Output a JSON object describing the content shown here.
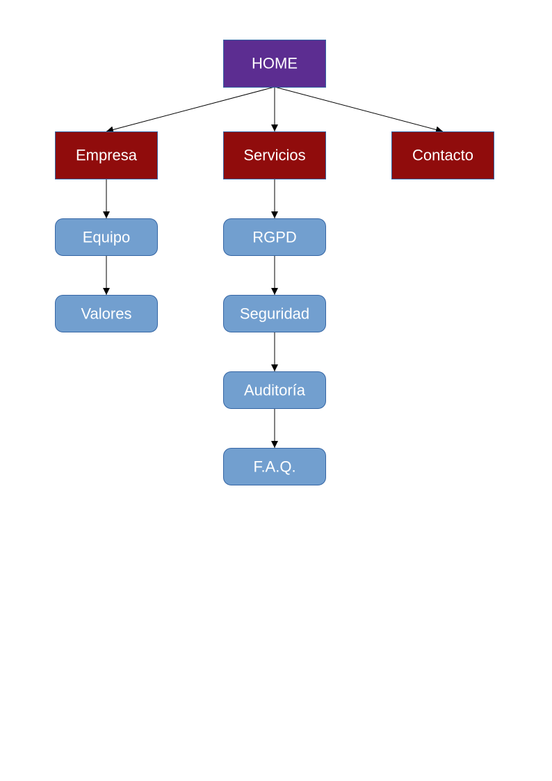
{
  "colors": {
    "root_fill": "#5c2d91",
    "section_fill": "#900c0c",
    "page_fill": "#729fcf",
    "node_stroke": "#3465a4",
    "text": "#ffffff",
    "edge": "#000000"
  },
  "nodes": {
    "home": {
      "label": "HOME",
      "kind": "root"
    },
    "empresa": {
      "label": "Empresa",
      "kind": "section"
    },
    "servicios": {
      "label": "Servicios",
      "kind": "section"
    },
    "contacto": {
      "label": "Contacto",
      "kind": "section"
    },
    "equipo": {
      "label": "Equipo",
      "kind": "page"
    },
    "valores": {
      "label": "Valores",
      "kind": "page"
    },
    "rgpd": {
      "label": "RGPD",
      "kind": "page"
    },
    "seguridad": {
      "label": "Seguridad",
      "kind": "page"
    },
    "auditoria": {
      "label": "Auditoría",
      "kind": "page"
    },
    "faq": {
      "label": "F.A.Q.",
      "kind": "page"
    }
  },
  "edges": [
    {
      "from": "home",
      "to": "empresa"
    },
    {
      "from": "home",
      "to": "servicios"
    },
    {
      "from": "home",
      "to": "contacto"
    },
    {
      "from": "empresa",
      "to": "equipo"
    },
    {
      "from": "equipo",
      "to": "valores"
    },
    {
      "from": "servicios",
      "to": "rgpd"
    },
    {
      "from": "rgpd",
      "to": "seguridad"
    },
    {
      "from": "seguridad",
      "to": "auditoria"
    },
    {
      "from": "auditoria",
      "to": "faq"
    }
  ]
}
